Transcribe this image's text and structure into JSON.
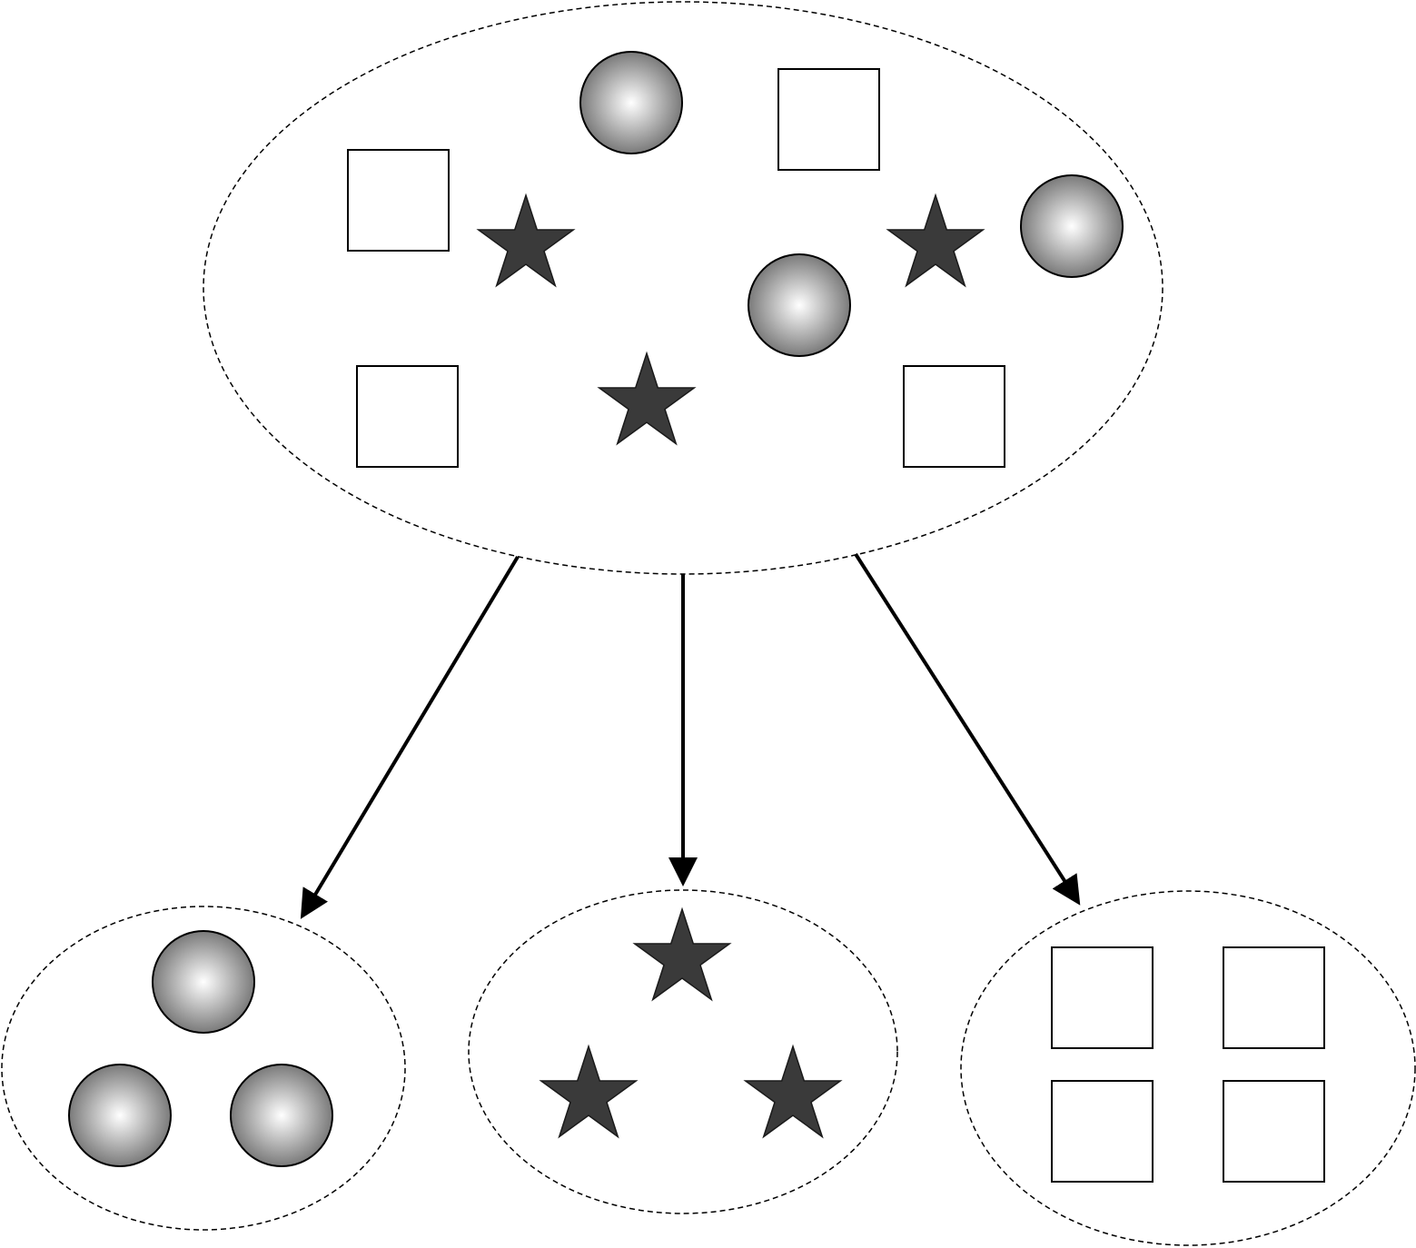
{
  "diagram": {
    "description_labels": [],
    "colors": {
      "background": "#ffffff",
      "outline": "#000000",
      "star_fill": "#3a3a3a",
      "circle_center": "#ffffff",
      "circle_edge": "#7a7a7a",
      "square_fill": "#ffffff"
    },
    "groups": [
      {
        "name": "mixed-set",
        "contents": {
          "circles": 3,
          "squares": 4,
          "stars": 3
        }
      },
      {
        "name": "circle-set",
        "contents": {
          "circles": 3
        }
      },
      {
        "name": "star-set",
        "contents": {
          "stars": 3
        }
      },
      {
        "name": "square-set",
        "contents": {
          "squares": 4
        }
      }
    ],
    "arrows": [
      {
        "from": "mixed-set",
        "to": "circle-set"
      },
      {
        "from": "mixed-set",
        "to": "star-set"
      },
      {
        "from": "mixed-set",
        "to": "square-set"
      }
    ]
  }
}
